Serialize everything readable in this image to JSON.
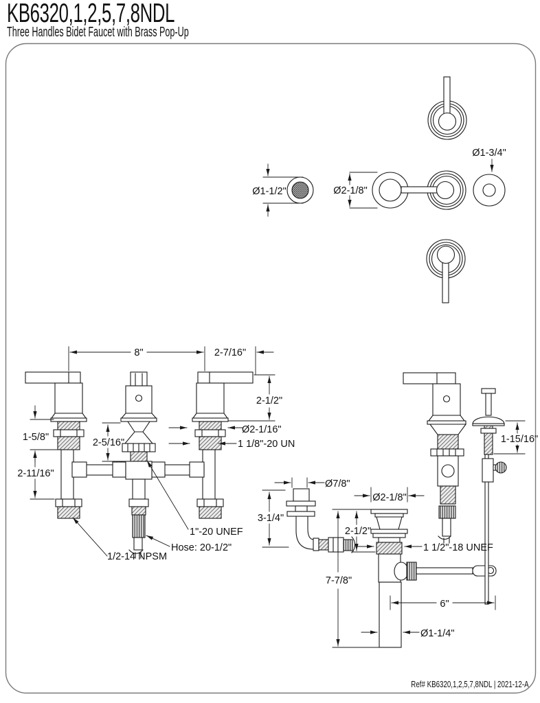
{
  "header": {
    "title": "KB6320,1,2,5,7,8NDL",
    "subtitle": "Three Handles Bidet Faucet with Brass Pop-Up"
  },
  "footer": {
    "ref_text": "Ref# KB6320,1,2,5,7,8NDL | 2021-12-A"
  },
  "colors": {
    "line": "#1a1a1a",
    "border_frame": "#7a7a7a",
    "paper": "#ffffff"
  },
  "top_views": {
    "handle_flange_diameter": "Ø1-3/4\"",
    "aerator_diameter": "Ø1-1/2\"",
    "escutcheon_diameter": "Ø2-1/8\""
  },
  "faucet": {
    "handle_centers_spread": "8\"",
    "handle_reach": "2-7/16\"",
    "handle_height": "2-1/2\"",
    "shank_upper_length": "1-5/8\"",
    "spout_shank_length": "2-5/16\"",
    "base_diameter": "Ø2-1/16\"",
    "handle_shank_thread": "1 1/8\"-20 UN",
    "inlet_drop": "2-11/16\"",
    "spout_shank_thread": "1\"-20 UNEF",
    "hose_note": "Hose: 20-1/2\"",
    "inlet_thread": "1/2-14 NPSM"
  },
  "popup_drain": {
    "lift_rod_flange_drop": "1-15/16\"",
    "spray_tip_diameter": "Ø7/8\"",
    "spray_elbow_height": "3-1/4\"",
    "drain_flange_diameter": "Ø2-1/8\"",
    "drain_flange_height": "2-1/2\"",
    "drain_body_thread": "1 1/2\"-18 UNEF",
    "drain_overall_height": "7-7/8\"",
    "pivot_rod_length": "6\"",
    "tailpiece_diameter": "Ø1-1/4\""
  }
}
